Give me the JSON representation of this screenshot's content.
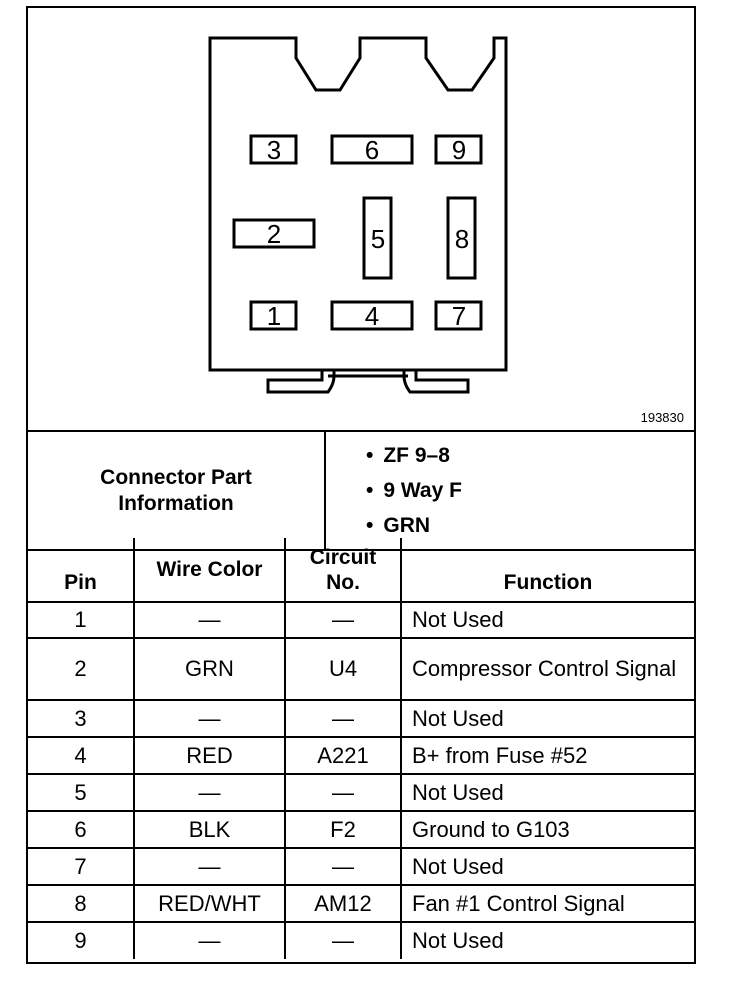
{
  "diagram": {
    "figure_id": "193830",
    "pins": [
      "1",
      "2",
      "3",
      "4",
      "5",
      "6",
      "7",
      "8",
      "9"
    ]
  },
  "connector_info": {
    "label": "Connector Part Information",
    "items": [
      "ZF 9–8",
      "9 Way F",
      "GRN"
    ]
  },
  "table": {
    "headers": [
      "Pin",
      "Wire Color",
      "Circuit No.",
      "Function"
    ],
    "rows": [
      {
        "pin": "1",
        "wire": "—",
        "circuit": "—",
        "function": "Not Used"
      },
      {
        "pin": "2",
        "wire": "GRN",
        "circuit": "U4",
        "function": "Compressor Control Signal"
      },
      {
        "pin": "3",
        "wire": "—",
        "circuit": "—",
        "function": "Not Used"
      },
      {
        "pin": "4",
        "wire": "RED",
        "circuit": "A221",
        "function": "B+ from Fuse #52"
      },
      {
        "pin": "5",
        "wire": "—",
        "circuit": "—",
        "function": "Not Used"
      },
      {
        "pin": "6",
        "wire": "BLK",
        "circuit": "F2",
        "function": "Ground to G103"
      },
      {
        "pin": "7",
        "wire": "—",
        "circuit": "—",
        "function": "Not Used"
      },
      {
        "pin": "8",
        "wire": "RED/WHT",
        "circuit": "AM12",
        "function": "Fan #1 Control Signal"
      },
      {
        "pin": "9",
        "wire": "—",
        "circuit": "—",
        "function": "Not Used"
      }
    ]
  }
}
